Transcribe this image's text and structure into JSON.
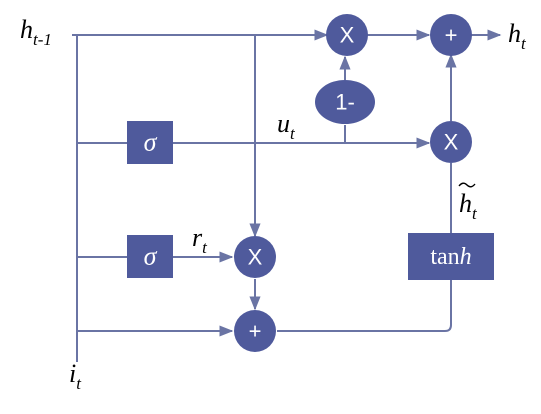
{
  "labels": {
    "h_prev": {
      "base": "h",
      "sub": "t-1"
    },
    "h_out": {
      "base": "h",
      "sub": "t"
    },
    "input": {
      "base": "i",
      "sub": "t"
    },
    "update": {
      "base": "u",
      "sub": "t"
    },
    "reset": {
      "base": "r",
      "sub": "t"
    },
    "h_tilde": {
      "base": "h",
      "sub": "t"
    }
  },
  "nodes": {
    "mult_top": "X",
    "add_top": "+",
    "one_minus": "1-",
    "mult_right": "X",
    "mult_reset": "X",
    "add_bottom": "+",
    "sigma_update": "σ",
    "sigma_reset": "σ",
    "tanh": {
      "pre": "tan",
      "post": "h"
    }
  },
  "colors": {
    "node": "#4f5a9c",
    "wire": "#6a74a4"
  }
}
